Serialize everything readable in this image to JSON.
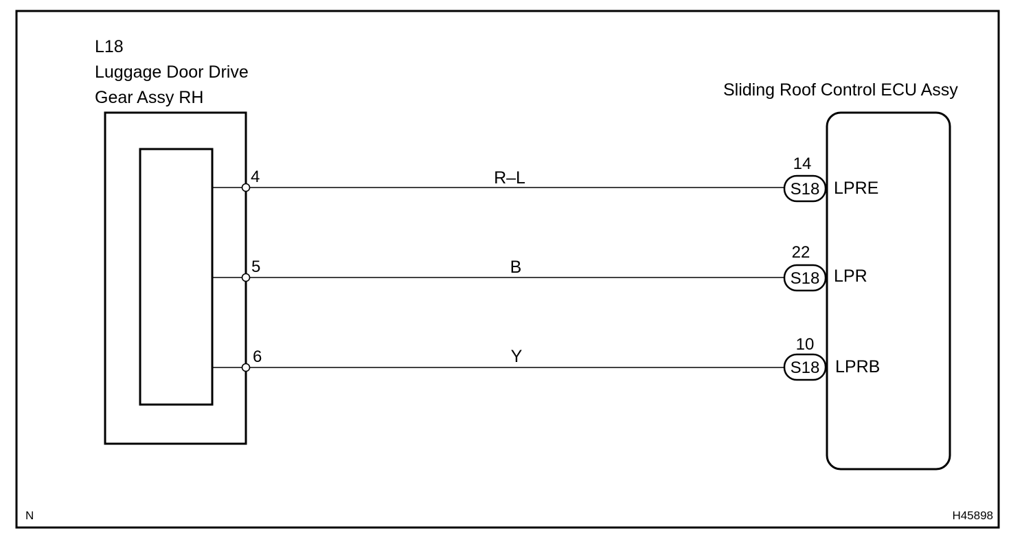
{
  "component_left": {
    "code": "L18",
    "name_line1": "Luggage Door Drive",
    "name_line2": "Gear Assy RH"
  },
  "component_right": {
    "name": "Sliding Roof Control ECU Assy"
  },
  "wires": [
    {
      "left_pin": "4",
      "color": "R–L",
      "right_pin": "14",
      "connector": "S18",
      "terminal": "LPRE"
    },
    {
      "left_pin": "5",
      "color": "B",
      "right_pin": "22",
      "connector": "S18",
      "terminal": "LPR"
    },
    {
      "left_pin": "6",
      "color": "Y",
      "right_pin": "10",
      "connector": "S18",
      "terminal": "LPRB"
    }
  ],
  "footer": {
    "left_mark": "N",
    "figure_code": "H45898"
  }
}
